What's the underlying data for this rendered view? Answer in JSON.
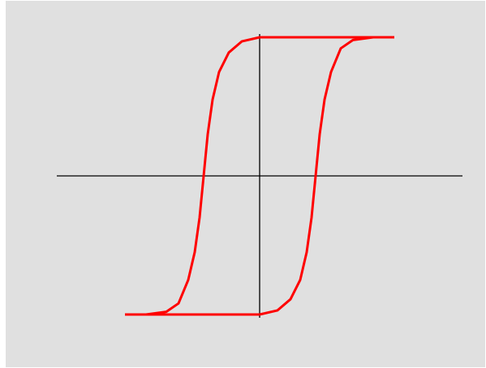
{
  "chart_data": {
    "type": "line",
    "title": "",
    "xlabel": "",
    "ylabel": "",
    "xlim": [
      -2.5,
      2.5
    ],
    "ylim": [
      -1.0,
      1.0
    ],
    "grid": false,
    "legend": "none",
    "colors": {
      "background": "#e0e0e0",
      "axes": "#000000",
      "curve": "#ff0000"
    },
    "series": [
      {
        "points": [
          [
            -1.66,
            -1.0
          ],
          [
            -1.4,
            -1.0
          ],
          [
            -1.15,
            -0.98
          ],
          [
            -1.0,
            -0.92
          ],
          [
            -0.88,
            -0.75
          ],
          [
            -0.8,
            -0.55
          ],
          [
            -0.74,
            -0.3
          ],
          [
            -0.69,
            0.0
          ],
          [
            -0.64,
            0.3
          ],
          [
            -0.58,
            0.55
          ],
          [
            -0.5,
            0.75
          ],
          [
            -0.38,
            0.89
          ],
          [
            -0.22,
            0.97
          ],
          [
            0.0,
            1.0
          ],
          [
            1.66,
            1.0
          ]
        ]
      },
      {
        "points": [
          [
            1.66,
            1.0
          ],
          [
            1.4,
            1.0
          ],
          [
            1.15,
            0.98
          ],
          [
            1.0,
            0.92
          ],
          [
            0.88,
            0.75
          ],
          [
            0.8,
            0.55
          ],
          [
            0.74,
            0.3
          ],
          [
            0.69,
            0.0
          ],
          [
            0.64,
            -0.3
          ],
          [
            0.58,
            -0.55
          ],
          [
            0.5,
            -0.75
          ],
          [
            0.38,
            -0.89
          ],
          [
            0.22,
            -0.97
          ],
          [
            0.0,
            -1.0
          ],
          [
            -1.66,
            -1.0
          ]
        ]
      }
    ]
  }
}
